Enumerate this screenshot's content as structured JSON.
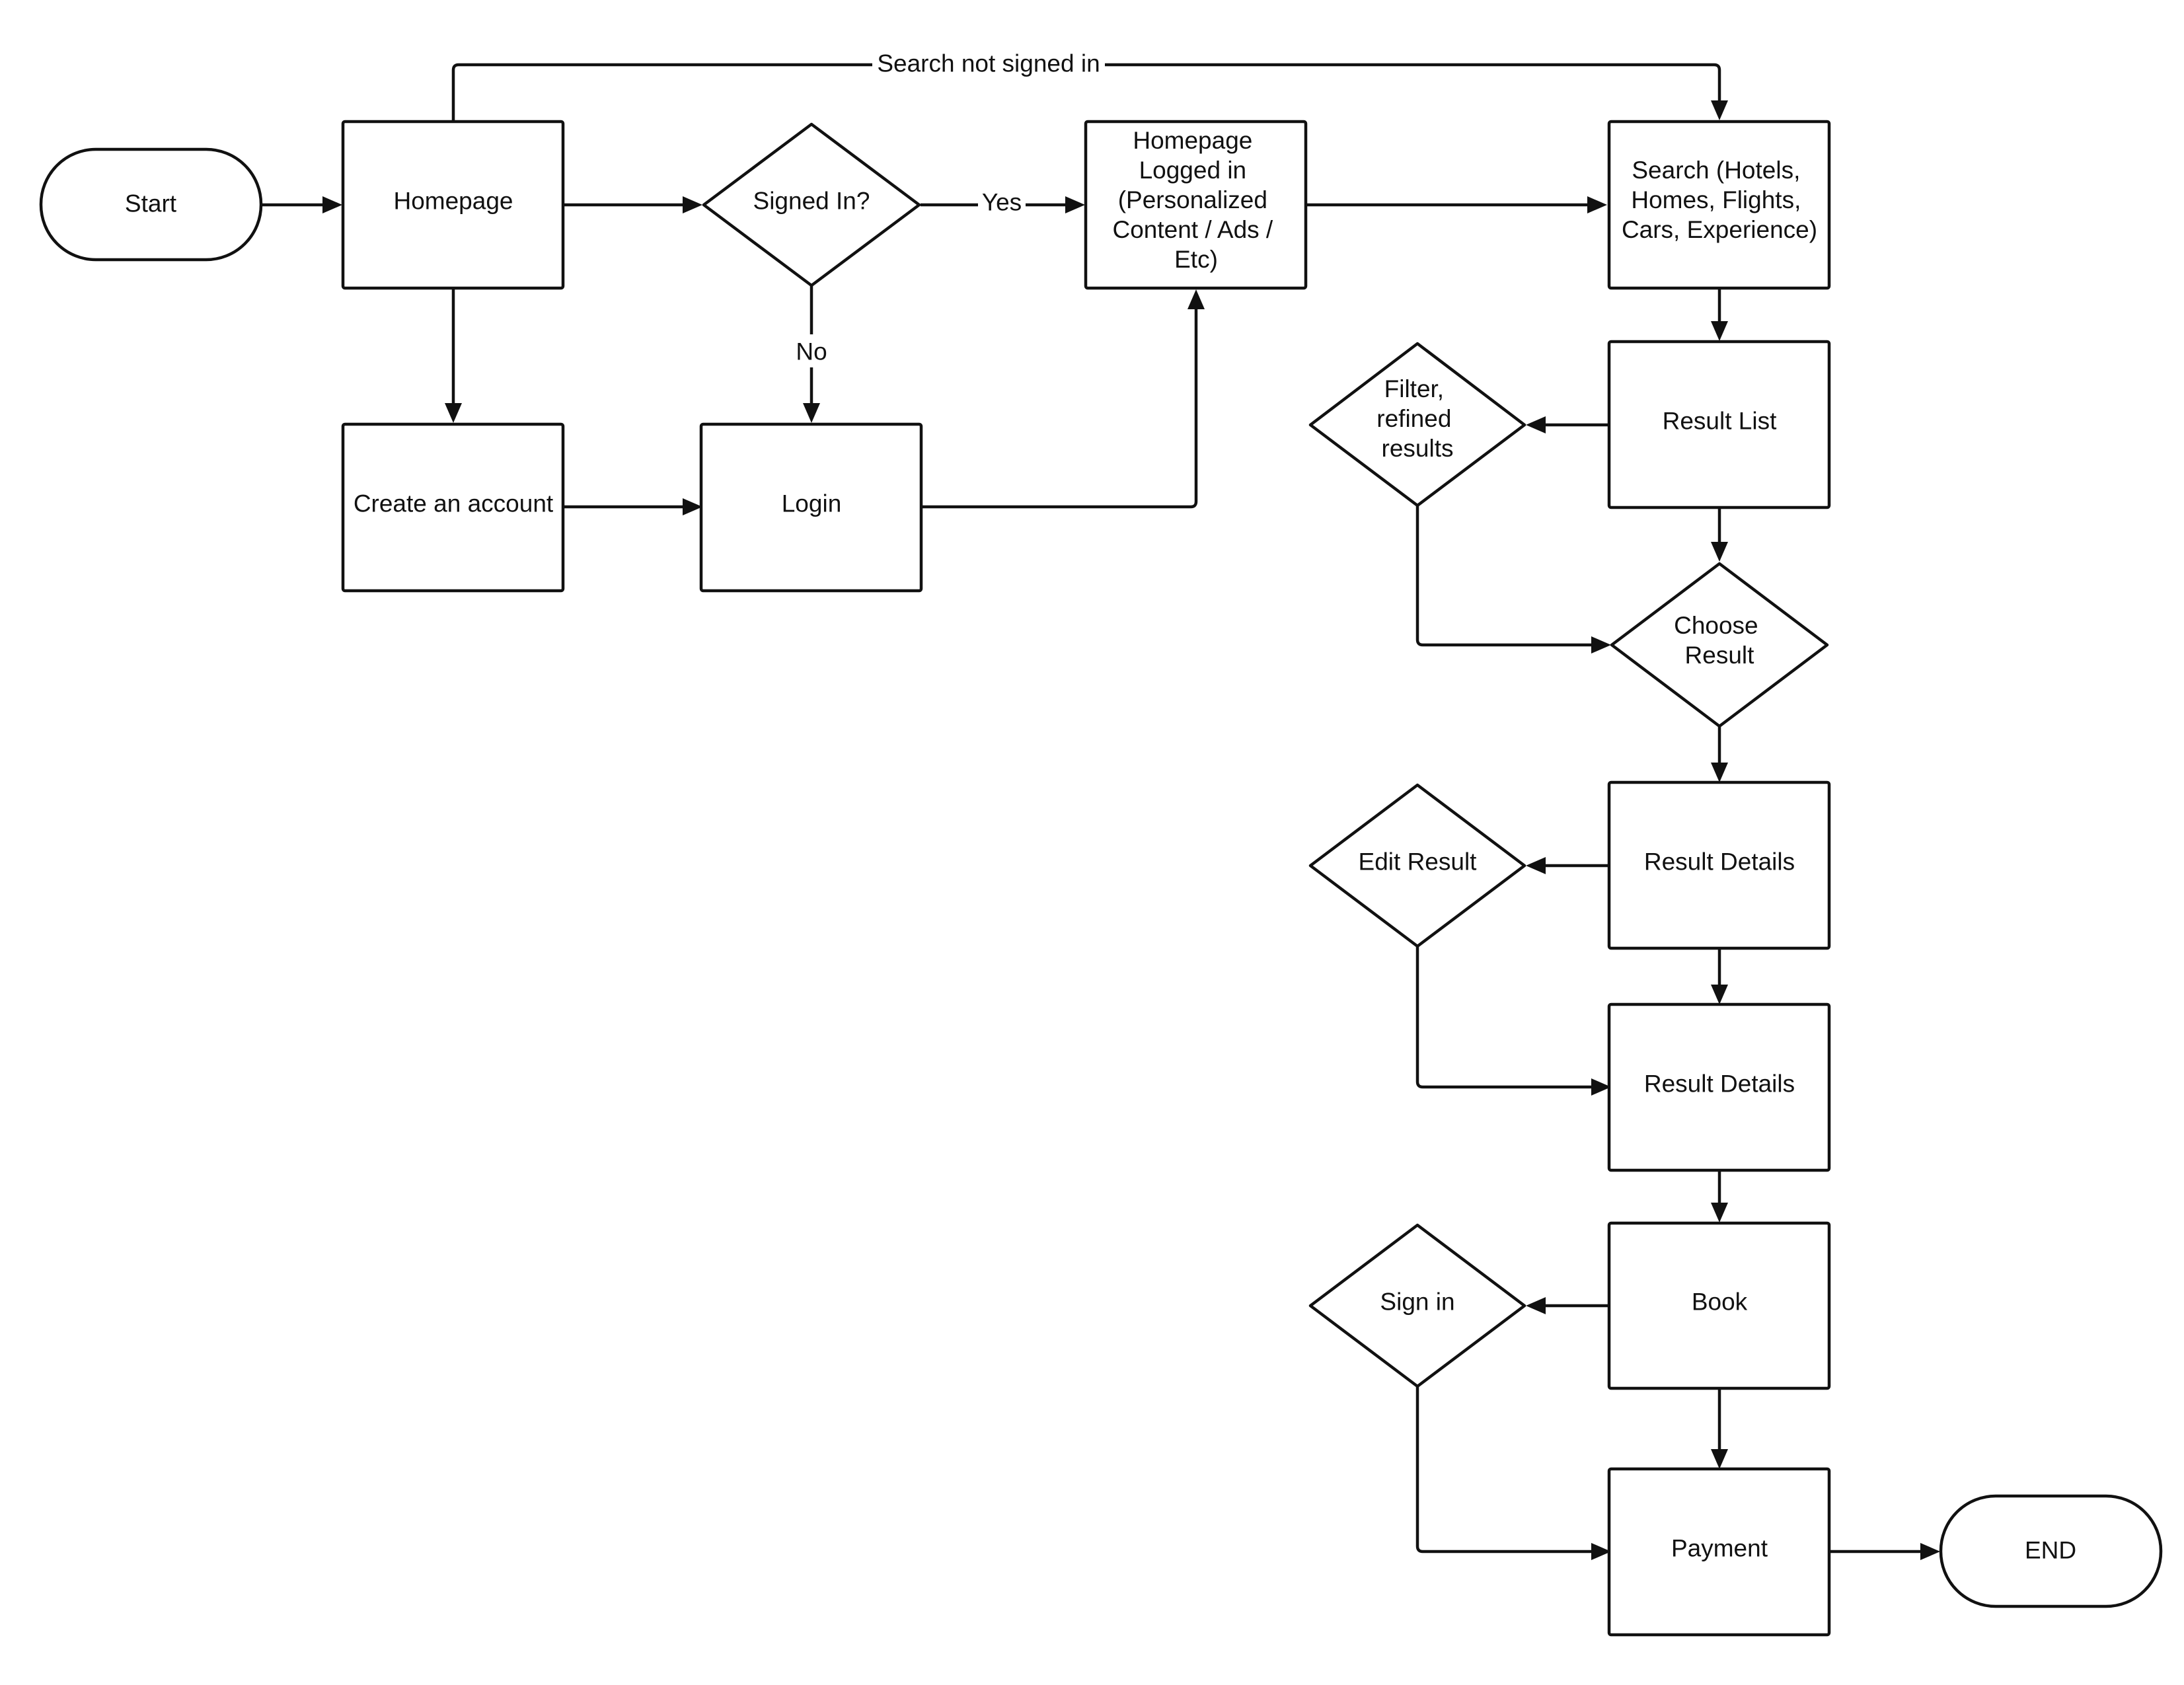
{
  "nodes": {
    "start": "Start",
    "homepage": "Homepage",
    "signed_in": "Signed In?",
    "homepage_logged_in": [
      "Homepage",
      "Logged in",
      "(Personalized",
      "Content / Ads /",
      "Etc)"
    ],
    "search": [
      "Search (Hotels,",
      "Homes, Flights,",
      "Cars, Experience)"
    ],
    "create_account": "Create an account",
    "login": "Login",
    "result_list": "Result List",
    "filter": [
      "Filter,",
      "refined",
      "results"
    ],
    "choose_result": [
      "Choose",
      "Result"
    ],
    "result_details_1": "Result Details",
    "edit_result": "Edit Result",
    "result_details_2": "Result Details",
    "book": "Book",
    "sign_in": "Sign in",
    "payment": "Payment",
    "end": "END"
  },
  "edges": {
    "search_not_signed_in": "Search not signed in",
    "yes": "Yes",
    "no": "No"
  }
}
